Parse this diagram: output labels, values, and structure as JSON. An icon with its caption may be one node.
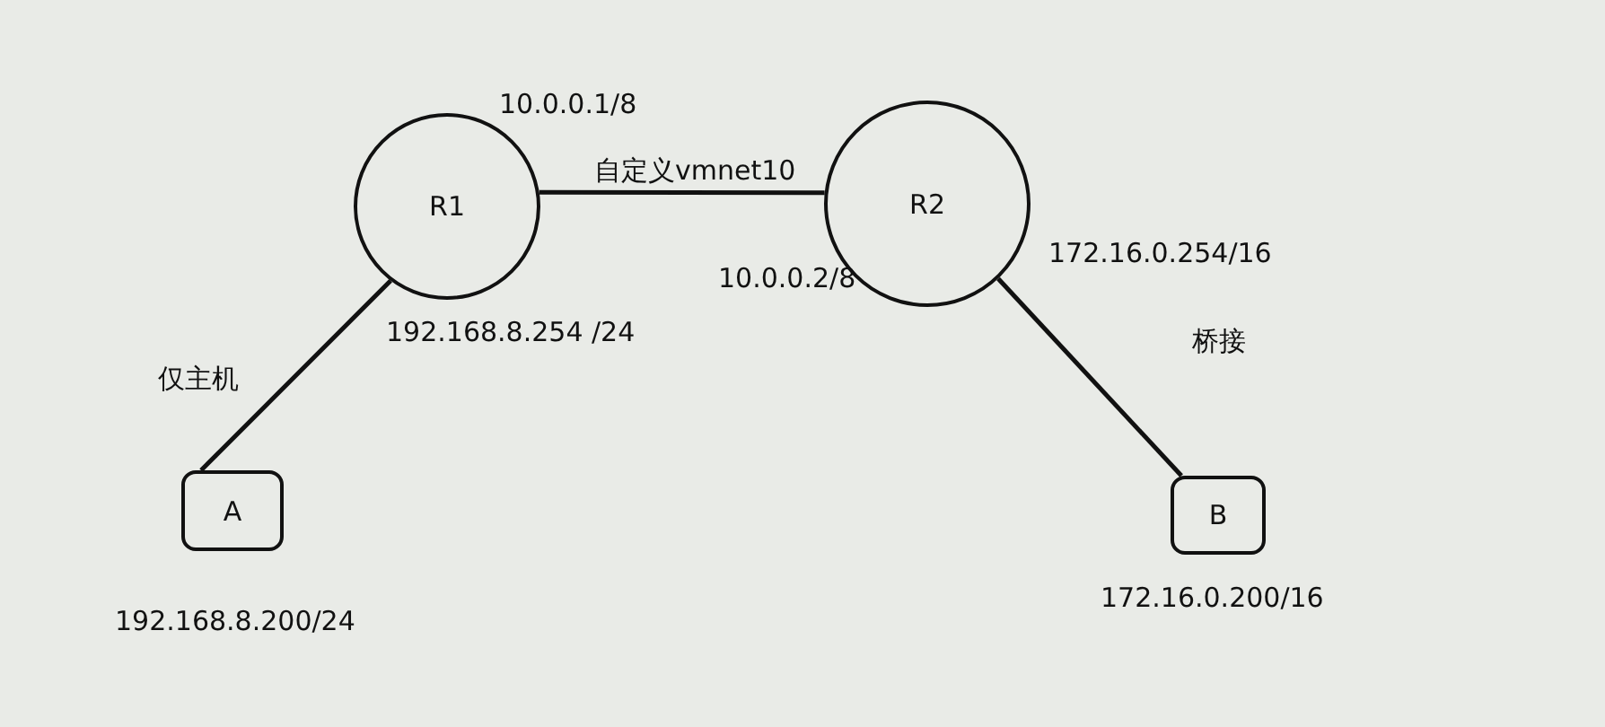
{
  "diagram": {
    "nodes": [
      {
        "text": [
          "R1"
        ],
        "beside": [
          "192.168.8.254 /24"
        ]
      },
      {
        "text": [
          "R2"
        ],
        "beside": [
          "172.16.0.254/16"
        ]
      },
      {
        "text": [
          "A"
        ],
        "beside": [
          "192.168.8.200/24"
        ]
      },
      {
        "text": [
          "B"
        ],
        "beside": [
          "172.16.0.200/16"
        ]
      }
    ],
    "edges": [
      {
        "from": 0,
        "to": 1,
        "arrow": "none",
        "label": "自定义vmnet10"
      },
      {
        "from": 0,
        "to": 2,
        "arrow": "none",
        "label": "仅主机"
      },
      {
        "from": 1,
        "to": 3,
        "arrow": "none",
        "label": "桥接"
      }
    ],
    "labels": [
      "10.0.0.1/8",
      "10.0.0.2/8"
    ]
  }
}
